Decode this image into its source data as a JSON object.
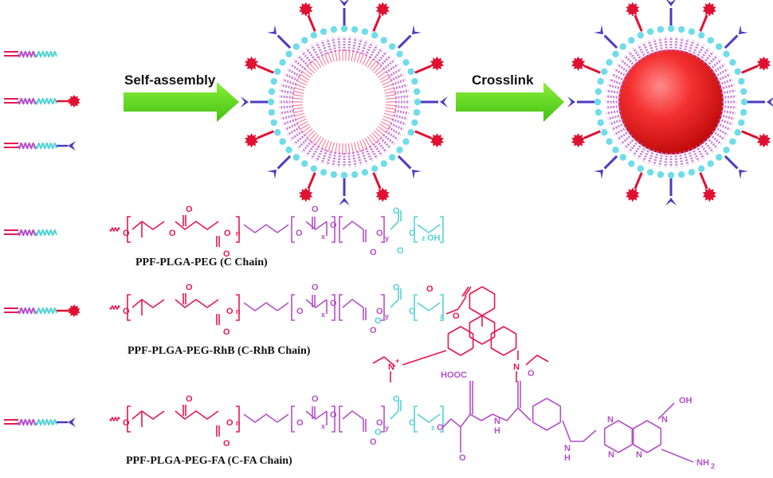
{
  "steps": {
    "self_assembly": "Self-assembly",
    "crosslink": "Crosslink"
  },
  "chains": [
    {
      "name": "PPF-PLGA-PEG (C Chain)",
      "end_group": "none"
    },
    {
      "name": "PPF-PLGA-PEG-RhB (C-RhB Chain)",
      "end_group": "RhB"
    },
    {
      "name": "PPF-PLGA-PEG-FA (C-FA Chain)",
      "end_group": "FA"
    }
  ],
  "atoms": {
    "O": "O",
    "OH": "OH",
    "N": "N",
    "H": "H",
    "HOOC": "HOOC",
    "NH2": "NH",
    "two": "2",
    "plus": "+"
  },
  "subscripts": {
    "n": "n",
    "x": "x",
    "y": "y",
    "z": "z"
  },
  "colors": {
    "ppf": "#e8174f",
    "plga": "#b450c8",
    "peg": "#55d2d2",
    "rhb_end": "#e01030",
    "fa_end": "#4b3cc0",
    "core": "#f02525",
    "arrow": "#66dd22"
  }
}
